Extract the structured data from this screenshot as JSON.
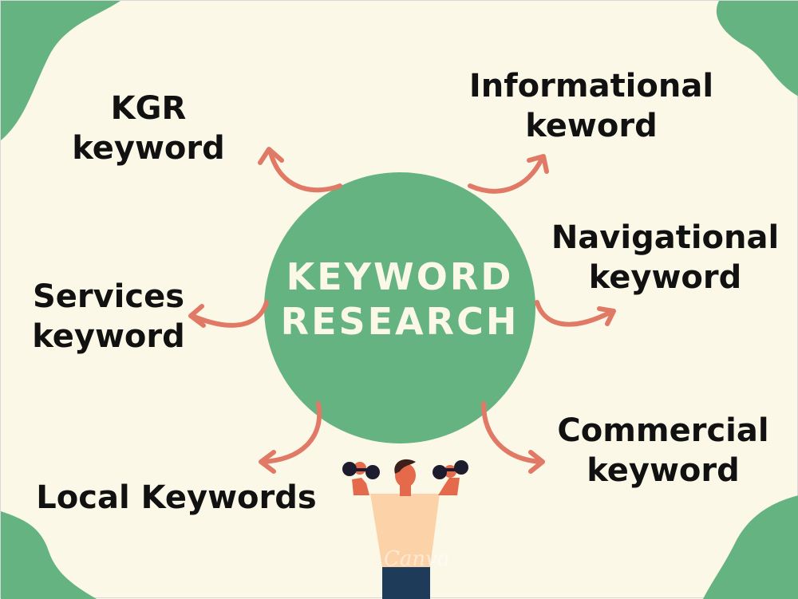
{
  "center": {
    "line1": "KEYWORD",
    "line2": "RESEARCH"
  },
  "branches": [
    {
      "line1": "KGR",
      "line2": "keyword"
    },
    {
      "line1": "Informational",
      "line2": "keword"
    },
    {
      "line1": "Navigational",
      "line2": "keyword"
    },
    {
      "line1": "Services",
      "line2": "keyword"
    },
    {
      "line1": "Commercial",
      "line2": "keyword"
    },
    {
      "line1": "Local Keywords"
    }
  ],
  "watermark": "Canva",
  "colors": {
    "background": "#fcf8e8",
    "circle": "#66b382",
    "arrow": "#e07a66",
    "blob": "#66b382",
    "text": "#111111"
  }
}
